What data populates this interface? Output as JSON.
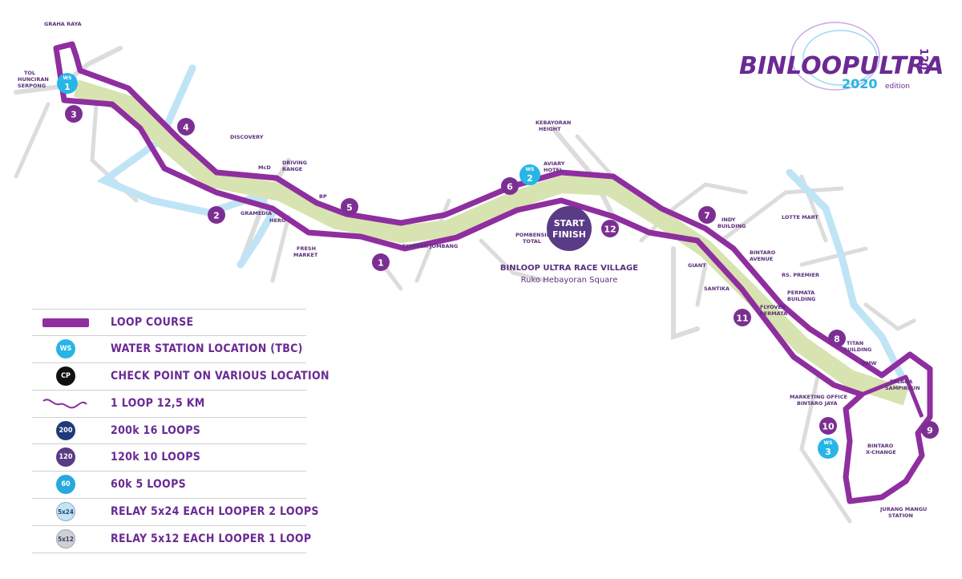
{
  "logo": {
    "title": "BINLOOPULTRA",
    "number": "120",
    "year": "2020",
    "edition": "edition"
  },
  "colors": {
    "route": "#8e2e9f",
    "route_fill": "#d7e3b0",
    "water_station": "#27b5e8",
    "checkpoint": "#7c2f92",
    "river": "#b9e2f5",
    "roads": "#d9d9d9",
    "text": "#5b2f7a"
  },
  "start_finish": {
    "line1": "START",
    "line2": "FINISH",
    "venue": "BINLOOP ULTRA RACE VILLAGE",
    "venue_sub": "Ruko Hebayoran Square"
  },
  "checkpoints": [
    "1",
    "2",
    "3",
    "4",
    "5",
    "6",
    "7",
    "8",
    "9",
    "10",
    "11",
    "12"
  ],
  "water_stations": [
    {
      "label": "WS",
      "number": "1"
    },
    {
      "label": "WS",
      "number": "2"
    },
    {
      "label": "WS",
      "number": "3"
    }
  ],
  "places": {
    "graha_raya": "GRAHA RAYA",
    "tol_l1": "TOL",
    "tol_l2": "HUNCIRAN",
    "tol_l3": "SERPONG",
    "discovery": "DISCOVERY",
    "mcd": "McD",
    "driving_l1": "DRIVING",
    "driving_l2": "RANGE",
    "bp": "BP",
    "gramedia": "GRAMEDIA",
    "hero": "HERO",
    "fresh_l1": "FRESH",
    "fresh_l2": "MARKET",
    "flyover_jombang": "FLYOVER JOMBANG",
    "pombensin_l1": "POMBENSIN",
    "pombensin_l2": "TOTAL",
    "kebayoran_l1": "KEBAYORAN",
    "kebayoran_l2": "HEIGHT",
    "aviary_l1": "AVIARY",
    "aviary_l2": "HOTEL",
    "indy_l1": "INDY",
    "indy_l2": "BUILDING",
    "lotte": "LOTTE MART",
    "bintaro_ave_l1": "BINTARO",
    "bintaro_ave_l2": "AVENUE",
    "giant": "GIANT",
    "rs_premier": "RS. PREMIER",
    "santika": "SANTIKA",
    "permata_l1": "PERMATA",
    "permata_l2": "BUILDING",
    "flyover_permata_l1": "FLYOVER",
    "flyover_permata_l2": "PERMATA",
    "titan_l1": "TITAN",
    "titan_l2": "BUILDING",
    "bmw": "BMW",
    "telaga_l1": "TELAGA",
    "telaga_l2": "SAMPIREUN",
    "marketing_l1": "MARKETING OFFICE",
    "marketing_l2": "BINTARO JAYA",
    "xchange_l1": "BINTARO",
    "xchange_l2": "X-CHANGE",
    "jurang_l1": "JURANG MANGU",
    "jurang_l2": "STATION"
  },
  "legend": [
    {
      "symbol": "bar",
      "badge": "",
      "color": "#8e2e9f",
      "label": "LOOP COURSE"
    },
    {
      "symbol": "badge",
      "badge": "WS",
      "color": "#27b5e8",
      "label": "WATER STATION LOCATION (TBC)"
    },
    {
      "symbol": "badge",
      "badge": "CP",
      "color": "#111111",
      "label": "CHECK POINT ON VARIOUS LOCATION"
    },
    {
      "symbol": "squiggle",
      "badge": "",
      "color": "#8e2e9f",
      "label": "1 LOOP 12,5 KM"
    },
    {
      "symbol": "badge",
      "badge": "200",
      "color": "#1d3b7a",
      "label": "200k 16 LOOPS"
    },
    {
      "symbol": "badge",
      "badge": "120",
      "color": "#5a3b86",
      "label": "120k 10 LOOPS"
    },
    {
      "symbol": "badge",
      "badge": "60",
      "color": "#27a9df",
      "label": "60k 5 LOOPS"
    },
    {
      "symbol": "badge",
      "badge": "5x24",
      "color": "#bfe6f7",
      "label": "RELAY 5x24 EACH LOOPER 2 LOOPS"
    },
    {
      "symbol": "badge",
      "badge": "5x12",
      "color": "#d0d0d0",
      "label": "RELAY 5x12 EACH LOOPER 1 LOOP"
    }
  ]
}
